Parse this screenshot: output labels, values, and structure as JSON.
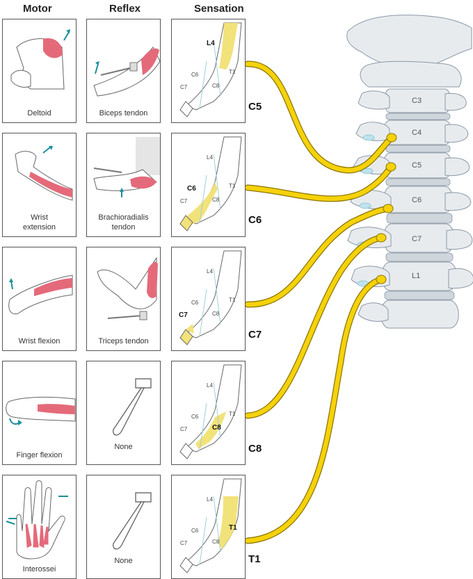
{
  "headers": {
    "motor": "Motor",
    "reflex": "Reflex",
    "sensation": "Sensation"
  },
  "rows": [
    {
      "root": "C5",
      "motor": "Deltoid",
      "reflex": "Biceps tendon",
      "dermatome": "L4",
      "vertebra": "C4"
    },
    {
      "root": "C6",
      "motor": "Wrist\nextension",
      "reflex": "Brachioradialis\ntendon",
      "dermatome": "C6",
      "vertebra": "C5"
    },
    {
      "root": "C7",
      "motor": "Wrist flexion",
      "reflex": "Triceps tendon",
      "dermatome": "C7",
      "vertebra": "C6"
    },
    {
      "root": "C8",
      "motor": "Finger flexion",
      "reflex": "None",
      "dermatome": "C8",
      "vertebra": "C7"
    },
    {
      "root": "T1",
      "motor": "Interossei",
      "reflex": "None",
      "dermatome": "T1",
      "vertebra": "L1"
    }
  ],
  "arm_labels": {
    "l4": "L4",
    "c6": "C6",
    "c7": "C7",
    "c8": "C8",
    "t1": "T1"
  },
  "spine_labels": [
    "C3",
    "C4",
    "C5",
    "C6",
    "C7",
    "L1"
  ],
  "colors": {
    "nerve": "#f5d20a",
    "nerve_edge": "#8a7400",
    "muscle": "#e46a7a",
    "dermatome": "#f2e27a",
    "bone": "#e6e9ec",
    "arrow": "#1a8f9a"
  }
}
